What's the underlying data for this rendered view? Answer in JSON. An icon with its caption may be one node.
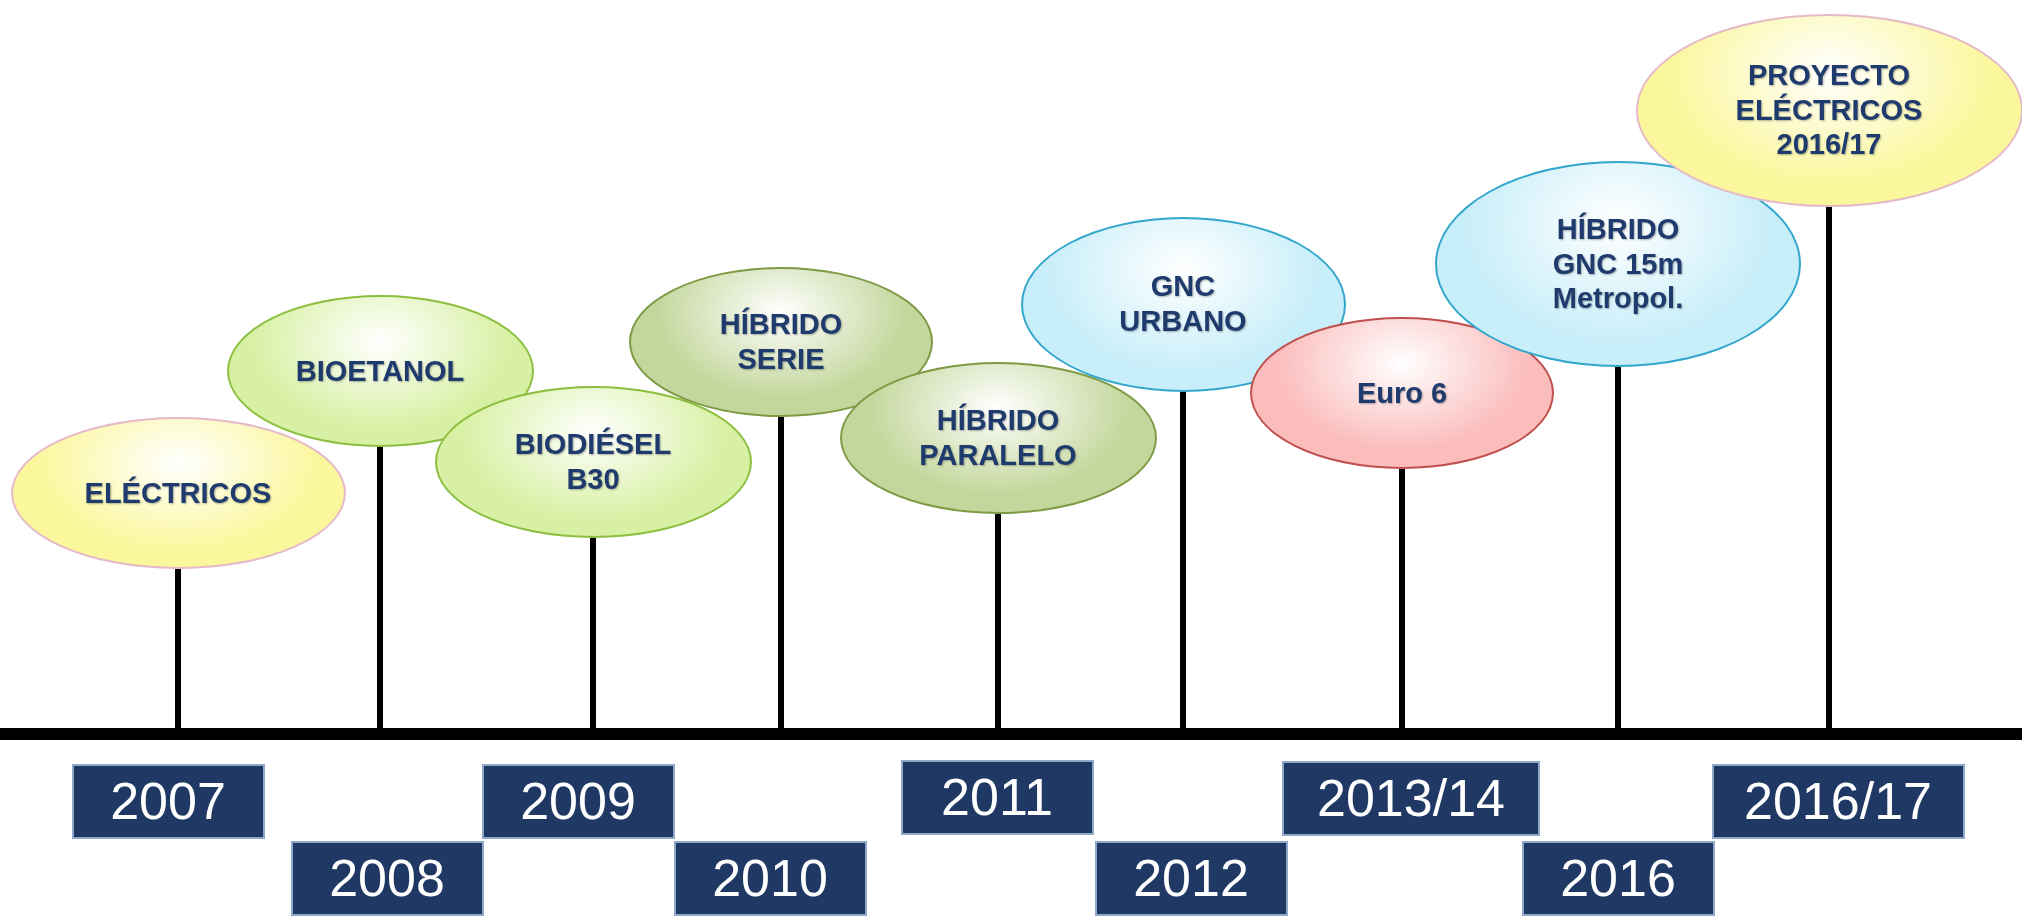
{
  "diagram": {
    "nodes": [
      {
        "text": [
          "ELÉCTRICOS"
        ]
      },
      {
        "text": [
          "BIOETANOL"
        ]
      },
      {
        "text": [
          "BIODIÉSEL B30"
        ]
      },
      {
        "text": [
          "HÍBRIDO SERIE"
        ]
      },
      {
        "text": [
          "HÍBRIDO PARALELO"
        ]
      },
      {
        "text": [
          "GNC URBANO"
        ]
      },
      {
        "text": [
          "Euro 6"
        ]
      },
      {
        "text": [
          "HÍBRIDO GNC 15m Metropol."
        ]
      },
      {
        "text": [
          "PROYECTO ELÉCTRICOS 2016/17"
        ]
      },
      {
        "text": [
          "2007"
        ]
      },
      {
        "text": [
          "2008"
        ]
      },
      {
        "text": [
          "2009"
        ]
      },
      {
        "text": [
          "2010"
        ]
      },
      {
        "text": [
          "2011"
        ]
      },
      {
        "text": [
          "2012"
        ]
      },
      {
        "text": [
          "2013/14"
        ]
      },
      {
        "text": [
          "2016"
        ]
      },
      {
        "text": [
          "2016/17"
        ]
      }
    ],
    "edges": [
      {
        "from": 0,
        "to": null,
        "arrow": "none"
      },
      {
        "from": 1,
        "to": null,
        "arrow": "none"
      },
      {
        "from": 2,
        "to": null,
        "arrow": "none"
      },
      {
        "from": 3,
        "to": null,
        "arrow": "none"
      },
      {
        "from": 4,
        "to": null,
        "arrow": "none"
      },
      {
        "from": 5,
        "to": null,
        "arrow": "none"
      },
      {
        "from": 6,
        "to": null,
        "arrow": "none"
      },
      {
        "from": 7,
        "to": null,
        "arrow": "none"
      },
      {
        "from": 8,
        "to": null,
        "arrow": "none"
      }
    ]
  }
}
